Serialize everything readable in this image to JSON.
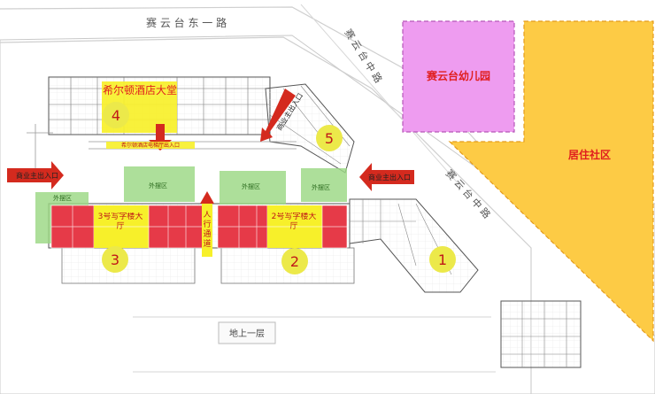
{
  "roads": {
    "east_one": "赛 云 台 东 一 路",
    "middle_upper": "赛 云 台 中 路",
    "middle_lower": "赛 云 台 中 路"
  },
  "zones": {
    "kindergarten": "赛云台幼儿园",
    "residential": "居住社区"
  },
  "hotel": {
    "lobby": "希尔顿酒店大堂",
    "elevator_entrance": "希尔顿酒店电梯厅出入口"
  },
  "entrances": {
    "commercial_left": "商业主出入口",
    "commercial_right": "商业主出入口",
    "commercial_top": "商业主出入口"
  },
  "lobbies": {
    "office3": "3号写字楼大厅",
    "office2": "2号写字楼大厅"
  },
  "walkway": "人行通道",
  "outdoor_label": "外摆区",
  "floor_label": "地上一层",
  "buildings": [
    "1",
    "2",
    "3",
    "4",
    "5"
  ],
  "colors": {
    "kindergarten": "#ee9cf0",
    "residential": "#fdcb45",
    "retail_red": "#e63a48",
    "office_yellow": "#f7f02a",
    "outdoor_green": "#9bd884",
    "badge_yellow": "#ece94a",
    "arrow_red": "#d42a1e"
  }
}
